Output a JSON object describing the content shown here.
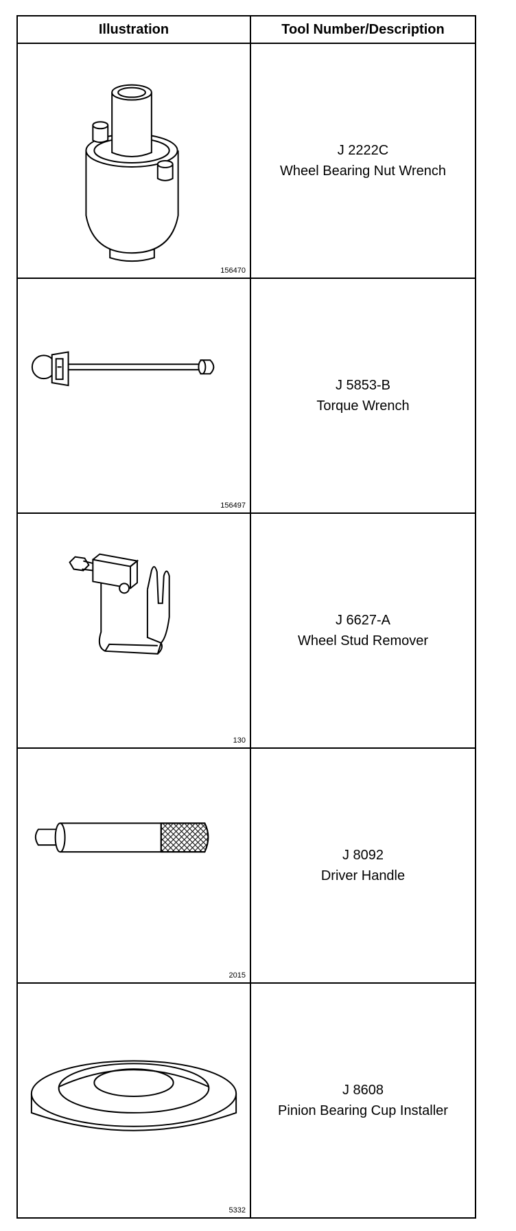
{
  "table": {
    "headers": {
      "illustration": "Illustration",
      "tool": "Tool Number/Description"
    },
    "rows": [
      {
        "number": "J 2222C",
        "description": "Wheel Bearing Nut Wrench",
        "figure": "156470",
        "icon": "wheel-bearing-nut-wrench-icon"
      },
      {
        "number": "J 5853-B",
        "description": "Torque Wrench",
        "figure": "156497",
        "icon": "torque-wrench-icon"
      },
      {
        "number": "J 6627-A",
        "description": "Wheel Stud Remover",
        "figure": "130",
        "icon": "wheel-stud-remover-icon"
      },
      {
        "number": "J 8092",
        "description": "Driver Handle",
        "figure": "2015",
        "icon": "driver-handle-icon"
      },
      {
        "number": "J 8608",
        "description": "Pinion Bearing Cup Installer",
        "figure": "5332",
        "icon": "pinion-bearing-cup-installer-icon"
      }
    ]
  }
}
